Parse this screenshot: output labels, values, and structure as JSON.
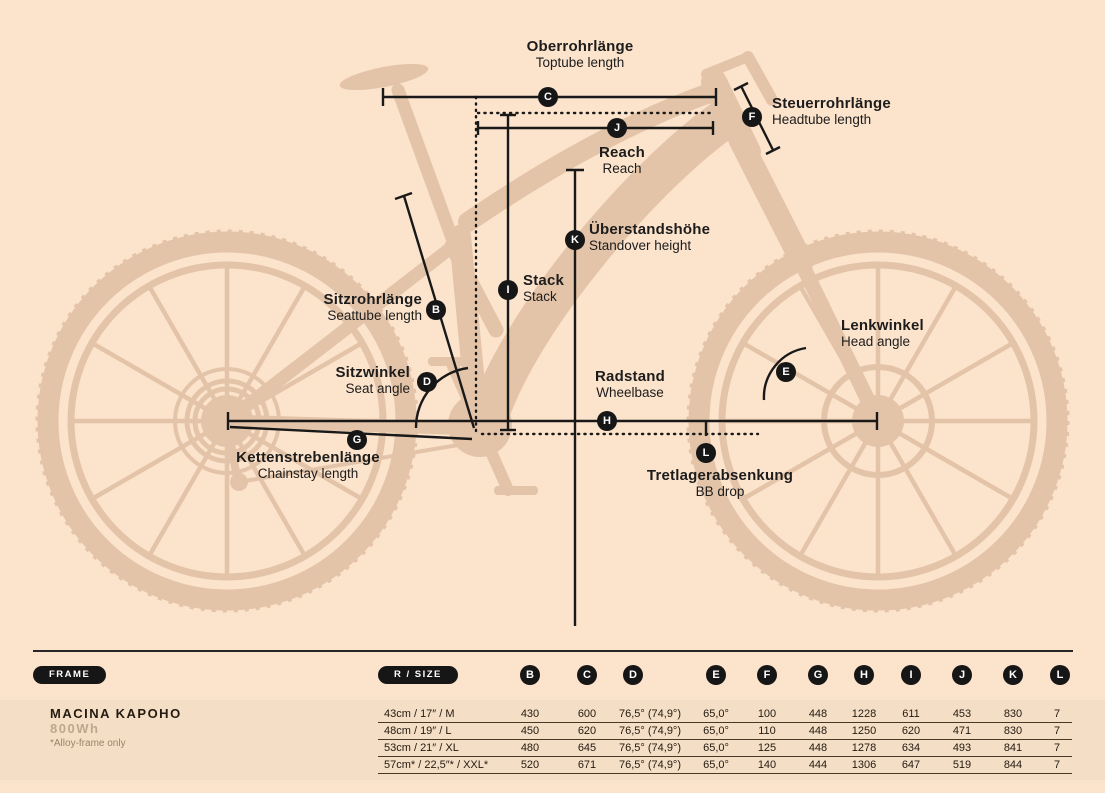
{
  "colors": {
    "background": "#fce3cc",
    "silhouette": "#e4c4a8",
    "ink": "#191919",
    "table_band": "#f5dec6",
    "badge": "#161616"
  },
  "diagram": {
    "labels": [
      {
        "letter": "C",
        "de": "Oberrohrlänge",
        "en": "Toptube length"
      },
      {
        "letter": "J",
        "de": "Reach",
        "en": "Reach"
      },
      {
        "letter": "F",
        "de": "Steuerrohrlänge",
        "en": "Headtube length"
      },
      {
        "letter": "K",
        "de": "Überstandshöhe",
        "en": "Standover height"
      },
      {
        "letter": "I",
        "de": "Stack",
        "en": "Stack"
      },
      {
        "letter": "B",
        "de": "Sitzrohrlänge",
        "en": "Seattube length"
      },
      {
        "letter": "D",
        "de": "Sitzwinkel",
        "en": "Seat angle"
      },
      {
        "letter": "H",
        "de": "Radstand",
        "en": "Wheelbase"
      },
      {
        "letter": "E",
        "de": "Lenkwinkel",
        "en": "Head angle"
      },
      {
        "letter": "G",
        "de": "Kettenstrebenlänge",
        "en": "Chainstay length"
      },
      {
        "letter": "L",
        "de": "Tretlagerabsenkung",
        "en": "BB drop"
      }
    ]
  },
  "table": {
    "frame_label": "FRAME",
    "size_label": "R / SIZE",
    "model": {
      "name": "MACINA KAPOHO",
      "battery": "800Wh",
      "note": "*Alloy-frame only"
    },
    "columns": [
      "B",
      "C",
      "D",
      "E",
      "F",
      "G",
      "H",
      "I",
      "J",
      "K",
      "L"
    ],
    "rows": [
      {
        "size": "43cm / 17″ / M",
        "values": [
          "430",
          "600",
          "76,5° (74,9°)",
          "65,0°",
          "100",
          "448",
          "1228",
          "611",
          "453",
          "830",
          "7"
        ]
      },
      {
        "size": "48cm / 19″ / L",
        "values": [
          "450",
          "620",
          "76,5° (74,9°)",
          "65,0°",
          "110",
          "448",
          "1250",
          "620",
          "471",
          "830",
          "7"
        ]
      },
      {
        "size": "53cm / 21″ / XL",
        "values": [
          "480",
          "645",
          "76,5° (74,9°)",
          "65,0°",
          "125",
          "448",
          "1278",
          "634",
          "493",
          "841",
          "7"
        ]
      },
      {
        "size": "57cm* / 22,5″* / XXL*",
        "values": [
          "520",
          "671",
          "76,5° (74,9°)",
          "65,0°",
          "140",
          "444",
          "1306",
          "647",
          "519",
          "844",
          "7"
        ]
      }
    ]
  }
}
